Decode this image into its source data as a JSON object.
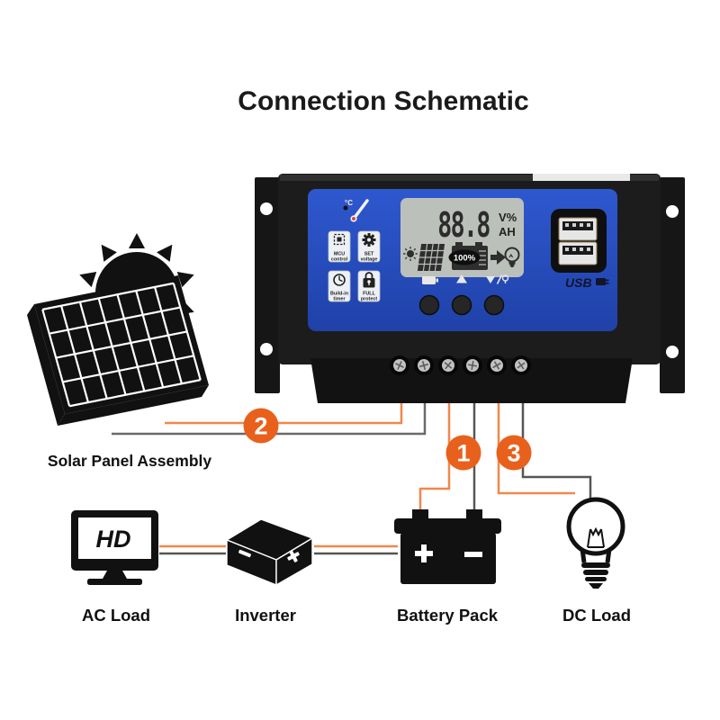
{
  "title": "Connection Schematic",
  "controller": {
    "temp_unit": "°C",
    "function_buttons": [
      {
        "line1": "MCU",
        "line2": "control"
      },
      {
        "line1": "SET",
        "line2": "voltage"
      },
      {
        "line1": "Build-in",
        "line2": "timer"
      },
      {
        "line1": "FULL",
        "line2": "protect"
      }
    ],
    "lcd": {
      "reading": "88.8",
      "unit_top": "V%",
      "unit_bottom": "AH",
      "battery_percent": "100%"
    },
    "usb_label": "USB"
  },
  "connections": [
    {
      "number": "1",
      "target": "battery-pack"
    },
    {
      "number": "2",
      "target": "solar-panel"
    },
    {
      "number": "3",
      "target": "dc-load"
    }
  ],
  "components": {
    "solar": {
      "label": "Solar Panel Assembly"
    },
    "ac_load": {
      "label": "AC Load",
      "screen_text": "HD"
    },
    "inverter": {
      "label": "Inverter"
    },
    "battery": {
      "label": "Battery Pack"
    },
    "dc_load": {
      "label": "DC Load"
    }
  },
  "colors": {
    "accent_orange": "#e8611c",
    "wire_orange": "#f0884a",
    "wire_dark": "#565656",
    "panel_blue": "#2a51c5",
    "lcd_gray": "#bcc0ba"
  }
}
